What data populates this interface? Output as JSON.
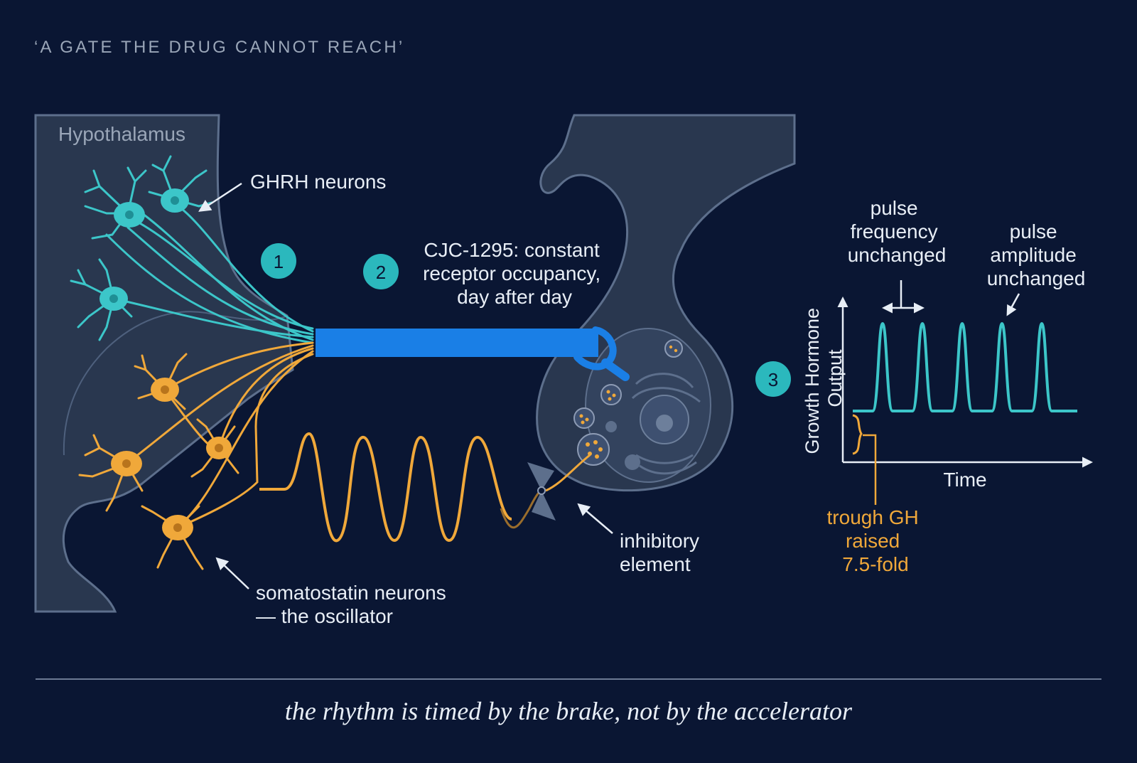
{
  "header": {
    "kicker": "‘A GATE THE DRUG CANNOT REACH’"
  },
  "diagram": {
    "region_label": "Hypothalamus",
    "ghrh_label": "GHRH neurons",
    "steps": [
      "1",
      "2",
      "3"
    ],
    "drug_note": [
      "CJC-1295: constant",
      "receptor occupancy,",
      "day after day"
    ],
    "somatostatin_label": [
      "somatostatin neurons",
      "— the oscillator"
    ],
    "inhibitory_label": [
      "inhibitory",
      "element"
    ]
  },
  "chart": {
    "y_label": [
      "Growth Hormone",
      "Output"
    ],
    "x_label": "Time",
    "frequency_note": [
      "pulse",
      "frequency",
      "unchanged"
    ],
    "amplitude_note": [
      "pulse",
      "amplitude",
      "unchanged"
    ],
    "trough_note": [
      "trough GH",
      "raised",
      "7.5-fold"
    ]
  },
  "footer": {
    "tagline": "the rhythm is timed by the brake, not by the accelerator"
  },
  "colors": {
    "background": "#0a1633",
    "tissue": "#29374f",
    "ghrh": "#3cc6c9",
    "somatostatin": "#f0a83a",
    "drug_bar": "#1a7fe6",
    "badge": "#2bb8bd",
    "text": "#e8eef6",
    "muted": "#9aa6b8"
  }
}
